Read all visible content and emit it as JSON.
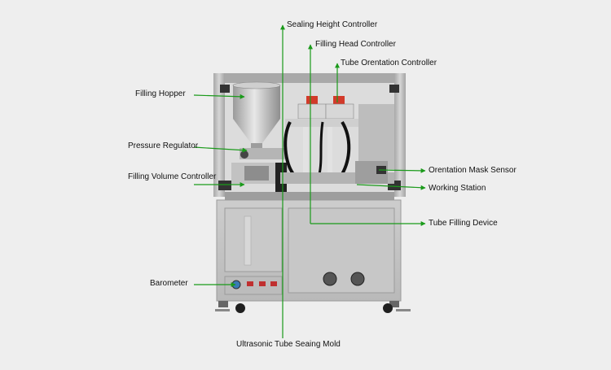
{
  "labels": {
    "sealing_height_controller": "Sealing Height Controller",
    "filling_head_controller": "Filling Head Controller",
    "tube_orientation_controller": "Tube Orentation Controller",
    "filling_hopper": "Filling Hopper",
    "pressure_regulator": "Pressure Regulator",
    "filling_volume_controller": "Filling Volume Controller",
    "barometer": "Barometer",
    "ultrasonic_tube_sealing_mold": "Ultrasonic Tube Seaing Mold",
    "orientation_mask_sensor": "Orentation Mask Sensor",
    "working_station": "Working Station",
    "tube_filling_device": "Tube Filling Device"
  },
  "colors": {
    "background": "#eeeeee",
    "leader_line": "#1a9a1a",
    "frame": "#a9a9a9",
    "cabinet": "#c4c4c4",
    "label_text": "#111111"
  }
}
